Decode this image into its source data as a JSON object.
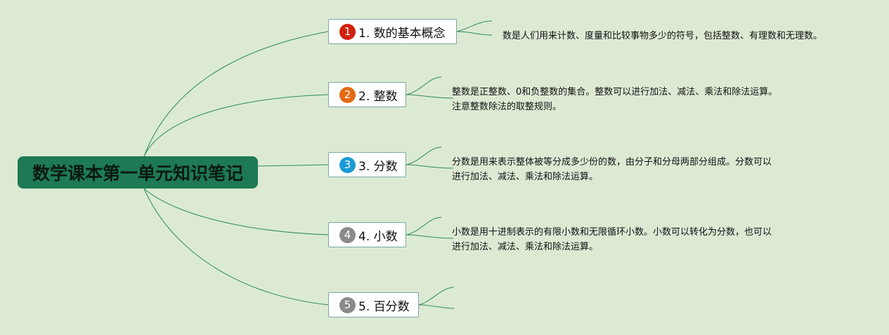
{
  "root": {
    "title": "数学课本第一单元知识笔记"
  },
  "topics": [
    {
      "icon_number": "1",
      "icon_color": "#d0210e",
      "label": "1. 数的基本概念",
      "note_lines": [
        "数是人们用来计数、度量和比较事物多少的符号，包括整数、有理数和无理数。"
      ]
    },
    {
      "icon_number": "2",
      "icon_color": "#e26a12",
      "label": "2. 整数",
      "note_lines": [
        "整数是正整数、0和负整数的集合。整数可以进行加法、减法、乘法和除法运算。",
        "注意整数除法的取整规则。"
      ]
    },
    {
      "icon_number": "3",
      "icon_color": "#1b9ad6",
      "label": "3. 分数",
      "note_lines": [
        "分数是用来表示整体被等分成多少份的数，由分子和分母两部分组成。分数可以",
        "进行加法、减法、乘法和除法运算。"
      ]
    },
    {
      "icon_number": "4",
      "icon_color": "#8a8a8a",
      "label": "4. 小数",
      "note_lines": [
        "小数是用十进制表示的有限小数和无限循环小数。小数可以转化为分数，也可以",
        "进行加法、减法、乘法和除法运算。"
      ]
    },
    {
      "icon_number": "5",
      "icon_color": "#8a8a8a",
      "label": "5. 百分数",
      "note_lines": []
    }
  ],
  "colors": {
    "background": "#dcead4",
    "root_fill": "#1e7a55",
    "link": "#2e8b57",
    "topic_border": "#7aa7a0"
  }
}
